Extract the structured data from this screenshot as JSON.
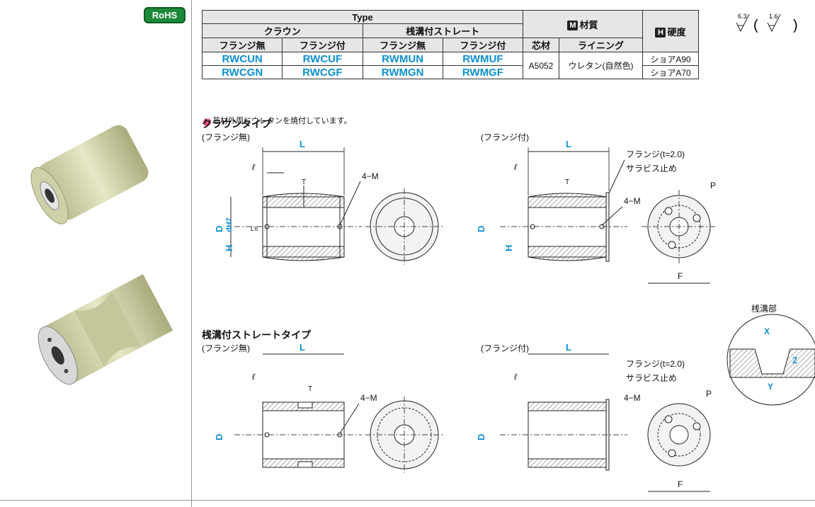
{
  "badge": "RoHS",
  "table": {
    "type_header": "Type",
    "crown": "クラウン",
    "grooved_straight": "桟溝付ストレート",
    "material_header": "材質",
    "material_icon_letter": "M",
    "hardness_header": "硬度",
    "hardness_icon_letter": "H",
    "no_flange": "フランジ無",
    "with_flange": "フランジ付",
    "core": "芯材",
    "lining": "ライニング",
    "rows": [
      {
        "crown_no_flange": "RWCUN",
        "crown_with_flange": "RWCUF",
        "groove_no_flange": "RWMUN",
        "groove_with_flange": "RWMUF",
        "hardness": "ショアA90"
      },
      {
        "crown_no_flange": "RWCGN",
        "crown_with_flange": "RWCGF",
        "groove_no_flange": "RWMGN",
        "groove_with_flange": "RWMGF",
        "hardness": "ショアA70"
      }
    ],
    "core_value": "A5052",
    "lining_value": "ウレタン(自然色)"
  },
  "note": "芯材外周にウレタンを焼付しています。",
  "surface": {
    "rough1": "6.3",
    "rough2": "1.6"
  },
  "crown_section": {
    "title": "クラウンタイプ",
    "no_flange": "(フランジ無)",
    "with_flange": "(フランジ付)"
  },
  "groove_section": {
    "title": "桟溝付ストレートタイプ",
    "no_flange": "(フランジ無)",
    "with_flange": "(フランジ付)"
  },
  "dims": {
    "L": "L",
    "ell": "ℓ",
    "T": "T",
    "D": "D",
    "dH7": "dH7",
    "H": "H",
    "M": "4−M",
    "P": "P",
    "F": "F",
    "flange_t": "フランジ(t=2.0)",
    "screw": "サラビス止め",
    "roughness": "1.6"
  },
  "groove_detail": {
    "title": "桟溝部",
    "X": "X",
    "Y": "Y",
    "Z": "Z"
  },
  "colors": {
    "accent_blue": "#0c8fd0",
    "rohs_green": "#1a8a3a"
  }
}
